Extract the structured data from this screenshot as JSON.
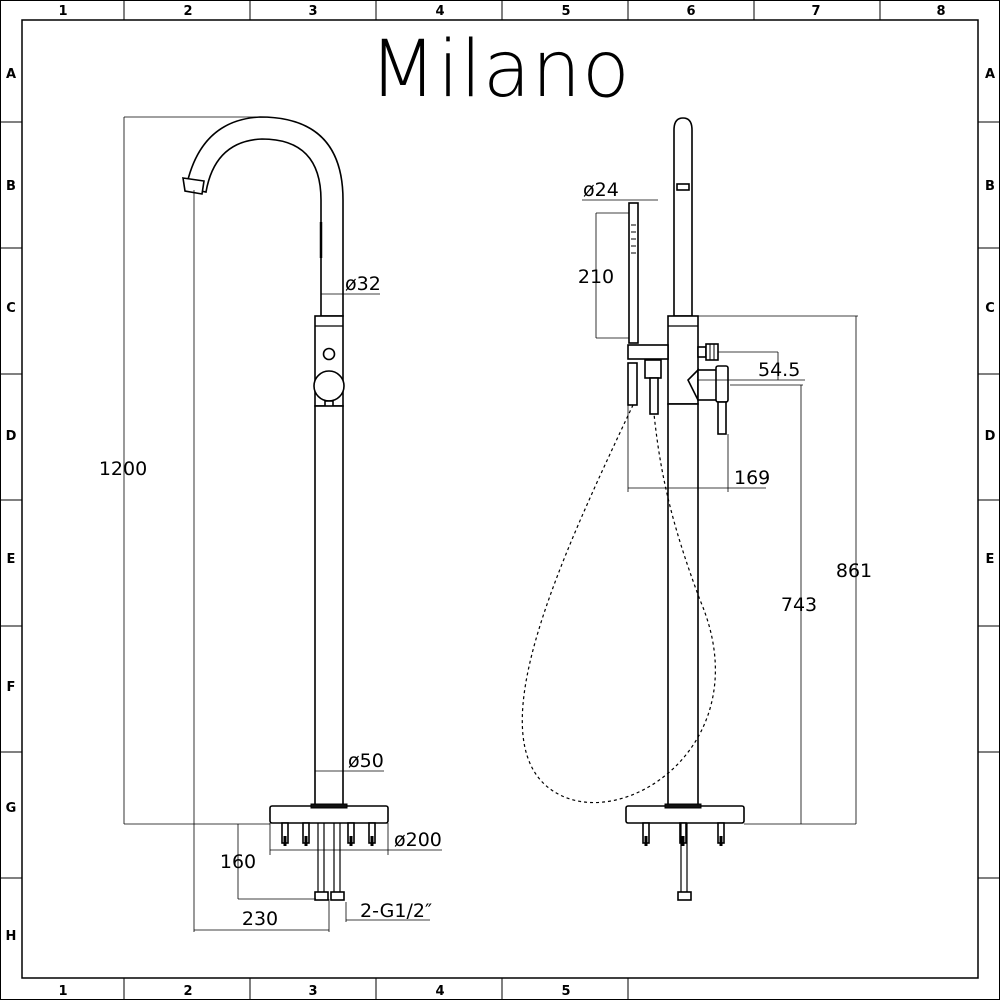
{
  "title": "Milano",
  "grid": {
    "columns": [
      "1",
      "2",
      "3",
      "4",
      "5",
      "6",
      "7",
      "8"
    ],
    "rows": [
      "A",
      "B",
      "C",
      "D",
      "E",
      "F",
      "G",
      "H"
    ]
  },
  "dimensions": {
    "front": {
      "height_total": "1200",
      "spout_diameter": "ø32",
      "column_diameter": "ø50",
      "base_diameter": "ø200",
      "below_floor": "160",
      "spout_reach": "230",
      "connection": "2-G1/2″"
    },
    "side": {
      "handshower_diameter": "ø24",
      "handshower_length": "210",
      "diverter_offset": "54.5",
      "lever_projection": "169",
      "lever_height": "743",
      "body_height": "861"
    }
  },
  "colors": {
    "line": "#000000",
    "background": "#ffffff"
  }
}
